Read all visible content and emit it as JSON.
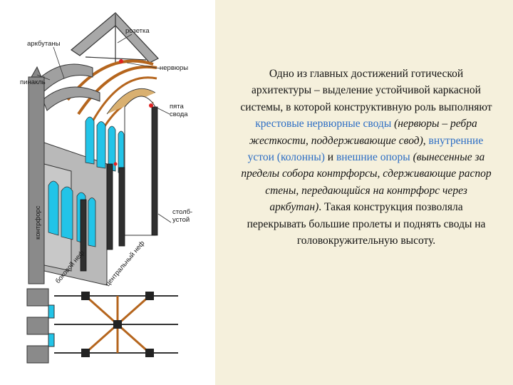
{
  "labels": {
    "rozetka": "розетка",
    "arkbutany": "аркбутаны",
    "nervyury": "нервюры",
    "pinakl": "пинакль",
    "pyata_svoda": "пята\nсвода",
    "kontrfors": "контрфорс",
    "stolb_ustoy": "столб-\nустой",
    "bokovoy_nef": "боковой неф",
    "centralny_nef": "центральный неф"
  },
  "text": {
    "p1": "Одно из главных достижений готической архитектуры – выделение устойчивой каркасной системы, в которой конструктивную роль выполняют ",
    "h1": "крестовые нервюрные своды",
    "p2": " (нервюры – ребра жесткости, поддерживающие свод)",
    "p3": ", ",
    "h2": "внутренние устои (колонны)",
    "p4": " и ",
    "h3": "внешние опоры",
    "p5": " (вынесенные за пределы собора контрфорсы, сдерживающие распор стены, передающийся на контрфорс через аркбутан)",
    "p6": ". Такая конструкция позволяла перекрывать большие пролеты и поднять своды на головокружительную высоту."
  },
  "colors": {
    "background": "#f5f0dc",
    "highlight": "#2a6cc4",
    "structure": "#9a9a9a",
    "glass": "#22c4e8",
    "rib": "#b5651d",
    "point": "#e02020"
  }
}
